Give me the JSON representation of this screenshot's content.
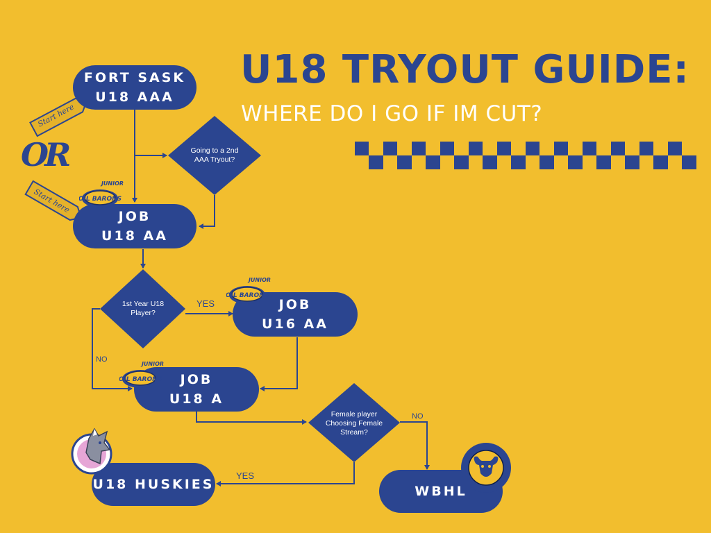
{
  "title": "U18 TRYOUT GUIDE:",
  "subtitle": "WHERE DO I GO IF IM CUT?",
  "start_label": "Start here",
  "or_label": "OR",
  "nodes": {
    "fort_sask": {
      "line1": "FORT SASK",
      "line2": "U18 AAA"
    },
    "job_u18_aa": {
      "line1": "JOB",
      "line2": "U18 AA"
    },
    "job_u16_aa": {
      "line1": "JOB",
      "line2": "U16 AA"
    },
    "job_u18_a": {
      "line1": "JOB",
      "line2": "U18 A"
    },
    "u18_huskies": {
      "line1": "U18 HUSKIES"
    },
    "wbhl": {
      "line1": "WBHL"
    }
  },
  "decisions": {
    "second_aaa": "Going to a 2nd AAA Tryout?",
    "first_year": "1st Year U18 Player?",
    "female": "Female player Choosing Female Stream?"
  },
  "edge_labels": {
    "first_year_yes": "YES",
    "first_year_no": "NO",
    "female_no": "NO",
    "female_yes": "YES"
  },
  "logos": {
    "oil_barons_top": "JUNIOR",
    "oil_barons_main": "OIL BARONS",
    "huskies_logo": "huskies-wolf-logo",
    "wbhl_logo": "wood-buffalo-hockey-league-logo"
  },
  "colors": {
    "background": "#F2BE2E",
    "navy": "#2B4590",
    "white": "#FFFFFF",
    "tag_gold": "#D9A520"
  }
}
